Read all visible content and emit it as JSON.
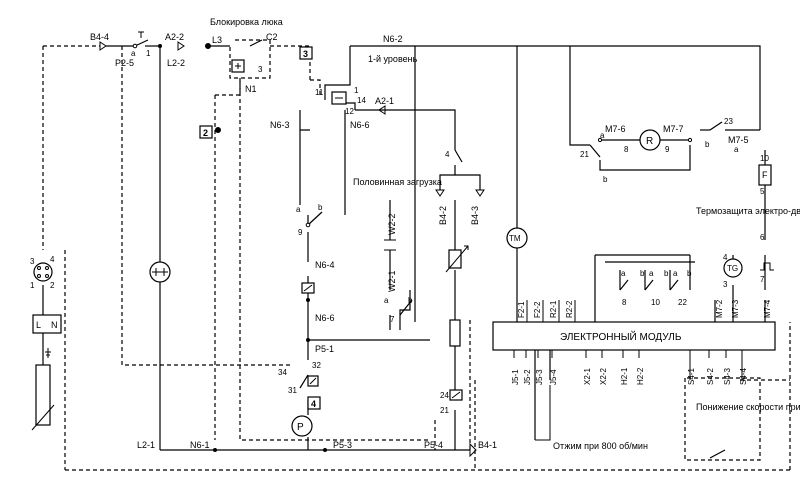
{
  "title_lock": "Блокировка люка",
  "level1": "1-й уровень",
  "half_load": "Половинная загрузка",
  "motor_thermal": "Термозащита электро-двигателя",
  "module_name": "ЭЛЕКТРОННЫЙ  МОДУЛЬ",
  "spin800": "Отжим при 800 об/мин",
  "spin_lower": "Понижение скорости при отжиме",
  "tags": {
    "b44": "B4-4",
    "a22": "A2-2",
    "l3": "L3",
    "c2": "C2",
    "n1": "N1",
    "p25": "P2-5",
    "l22": "L2-2",
    "a": "a",
    "one": "1",
    "n62": "N6-2",
    "n63": "N6-3",
    "n66": "N6-6",
    "a21": "A2-1",
    "n64": "N6-4",
    "n66b": "N6-6",
    "p51": "P5-1",
    "b42": "B4-2",
    "b43": "B4-3",
    "w22": "W2-2",
    "w21": "W2-1",
    "l21": "L2-1",
    "n61": "N6-1",
    "p53": "P5-3",
    "p54": "P5-4",
    "b41": "B4-1",
    "m76": "M7-6",
    "m77": "M7-7",
    "m75": "M7-5",
    "m72": "M7-2",
    "m73": "M7-3",
    "m74": "M7-4",
    "f21": "F2-1",
    "f22": "F2-2",
    "r21": "R2-1",
    "r22": "R2-2",
    "j51": "J5-1",
    "j52": "J5-2",
    "j53": "J5-3",
    "j54": "J5-4",
    "x21": "X2-1",
    "x22": "X2-2",
    "h21": "H2-1",
    "h22": "H2-2",
    "s41": "S4-1",
    "s42": "S4-2",
    "s43": "S4-3",
    "s44": "S4-4"
  },
  "pins": {
    "p3": "3",
    "p4": "4",
    "p1": "1",
    "p2": "2",
    "p11": "11",
    "p12": "12",
    "p14": "14",
    "p9": "9",
    "p7": "7",
    "p34": "34",
    "p32": "32",
    "p31": "31",
    "p24": "24",
    "p21": "21",
    "p21b": "21",
    "p23": "23",
    "p8": "8",
    "p9m": "9",
    "p10": "10",
    "p5": "5",
    "p6": "6",
    "p7r": "7",
    "p3tg": "3",
    "p4tg": "4",
    "p8m": "8",
    "p10m": "10",
    "p22m": "22",
    "a": "a",
    "b": "b"
  },
  "markers": {
    "m2": "2",
    "m3": "3",
    "m4": "4"
  },
  "symbols": {
    "tm": "TM",
    "r": "R",
    "tg": "TG",
    "p": "P",
    "f": "F",
    "lon": "L",
    "non": "N"
  }
}
